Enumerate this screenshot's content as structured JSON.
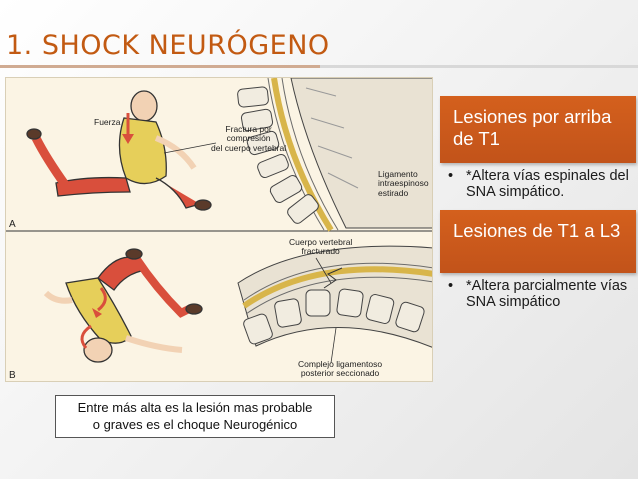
{
  "slide": {
    "title": "1. SHOCK NEURÓGENO",
    "accent_color": "#c25a12",
    "box_color": "#c75a1c"
  },
  "figure": {
    "labels": {
      "fuerza": "Fuerza",
      "fractura_1": "Fractura por",
      "fractura_2": "compresión",
      "fractura_3": "del cuerpo vertebral",
      "ligamento_1": "Ligamento",
      "ligamento_2": "intraespinoso",
      "ligamento_3": "estirado",
      "cuerpo_1": "Cuerpo vertebral",
      "cuerpo_2": "fracturado",
      "complejo_1": "Complejo ligamentoso",
      "complejo_2": "posterior seccionado"
    },
    "panel_a": "A",
    "panel_b": "B"
  },
  "sections": [
    {
      "heading": "Lesiones por arriba de T1",
      "bullet": "*Altera  vías espinales del SNA simpático."
    },
    {
      "heading": "Lesiones de T1 a L3",
      "bullet": "*Altera parcialmente vías SNA simpático"
    }
  ],
  "bullet_symbol": "•",
  "note": {
    "line1": "Entre más alta es la lesión mas probable",
    "line2": "o graves es el choque Neurogénico"
  }
}
